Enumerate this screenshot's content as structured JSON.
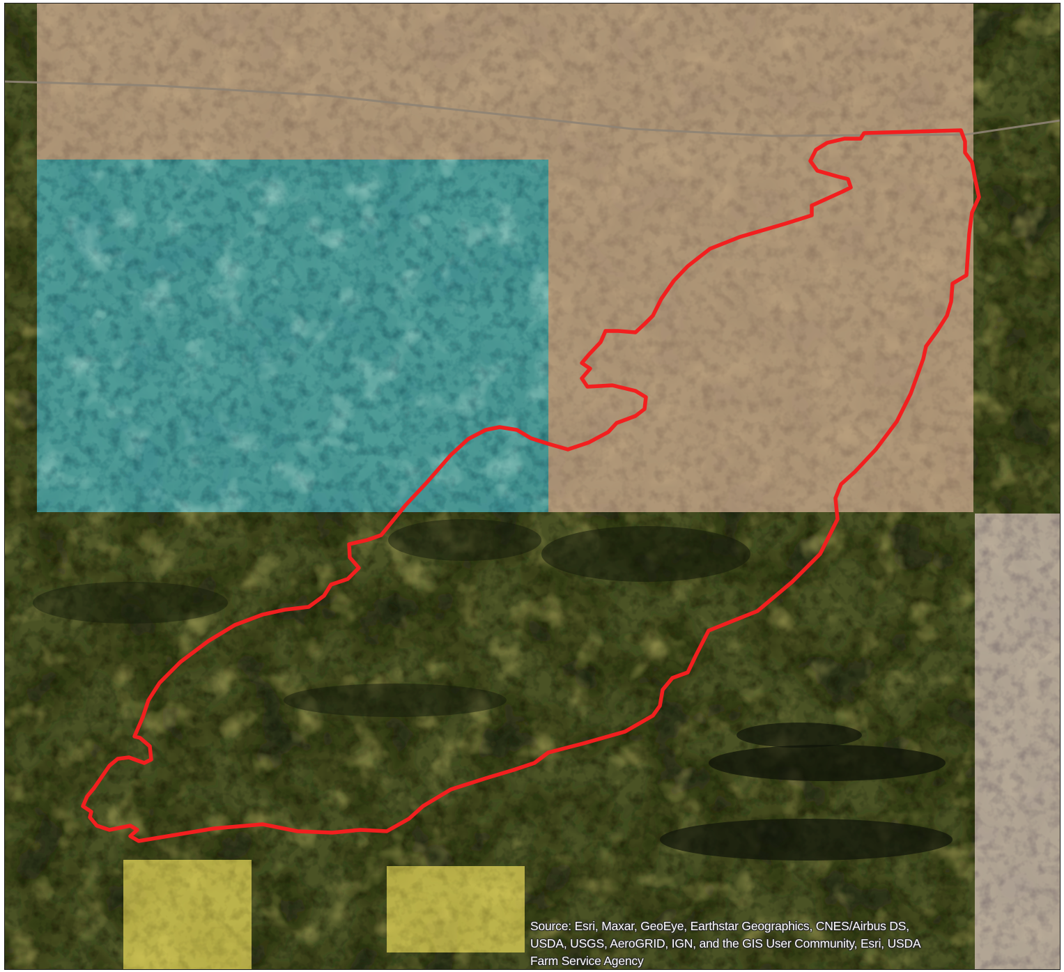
{
  "map": {
    "basemap": "satellite-imagery",
    "boundary_color": "#f21f1f",
    "overlay_colors": {
      "tan": "#c8a88c",
      "teal": "#4fb7c2",
      "yellow": "#e8d85a",
      "grey": "#c9b8ad"
    }
  },
  "attribution": {
    "line1": "Source: Esri, Maxar, GeoEye, Earthstar Geographics, CNES/Airbus DS,",
    "line2": "USDA, USGS, AeroGRID, IGN, and the GIS User Community, Esri, USDA",
    "line3": "Farm Service Agency"
  }
}
